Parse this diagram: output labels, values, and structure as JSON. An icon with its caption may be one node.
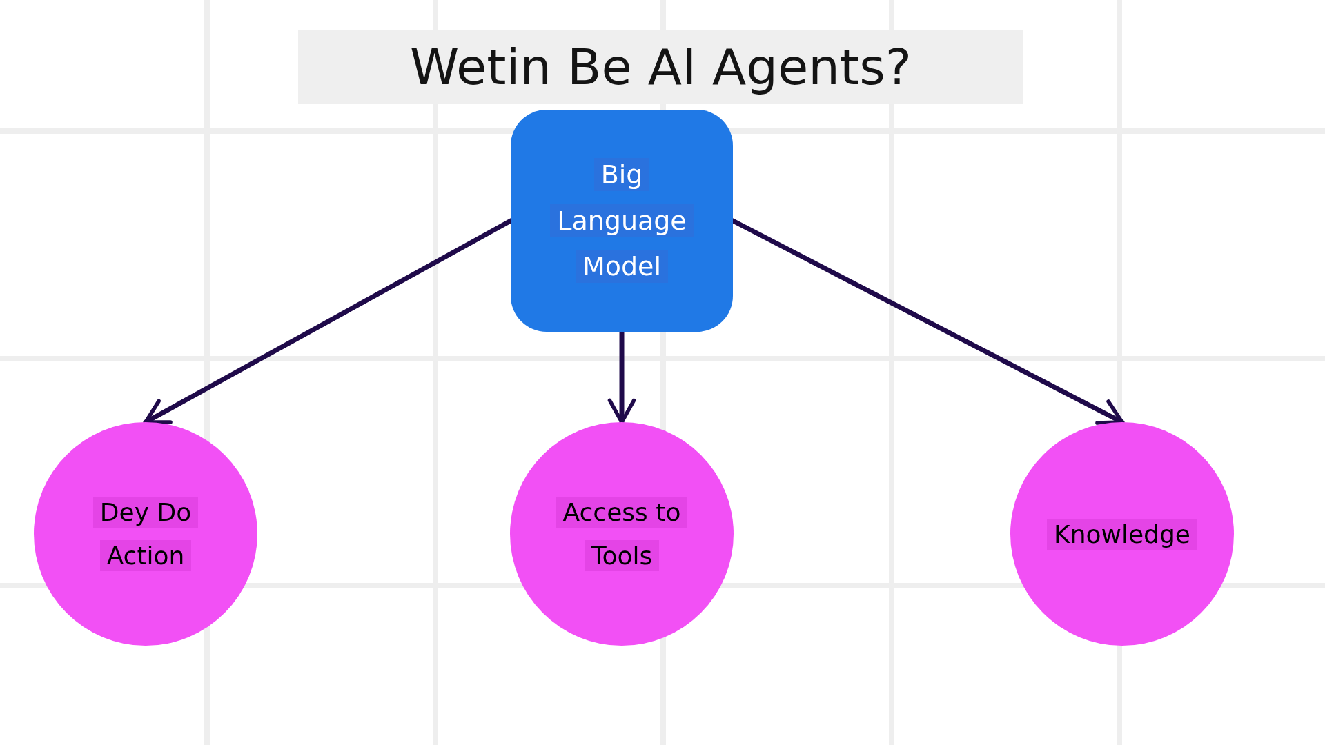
{
  "diagram": {
    "title": "Wetin Be AI Agents?",
    "nodes": [
      {
        "text": [
          "Big Language Model"
        ]
      },
      {
        "text": [
          "Dey Do Action"
        ]
      },
      {
        "text": [
          "Access to Tools"
        ]
      },
      {
        "text": [
          "Knowledge"
        ]
      }
    ],
    "edges": [
      {
        "from": 0,
        "to": 1,
        "arrow": "to"
      },
      {
        "from": 0,
        "to": 2,
        "arrow": "to"
      },
      {
        "from": 0,
        "to": 3,
        "arrow": "to"
      }
    ]
  }
}
